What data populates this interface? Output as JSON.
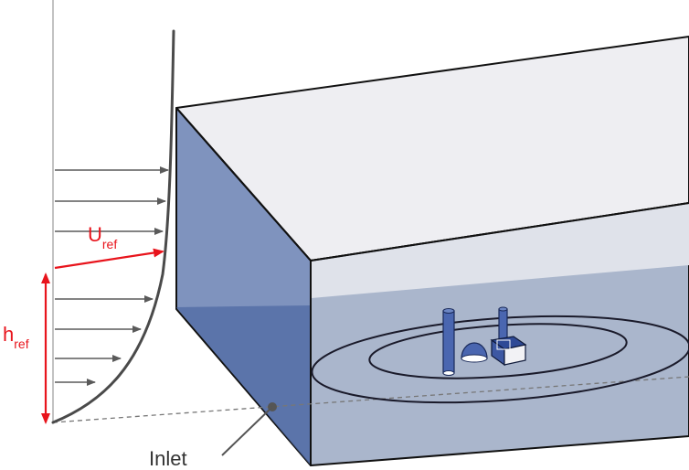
{
  "labels": {
    "u_main": "U",
    "u_sub": "ref",
    "h_main": "h",
    "h_sub": "ref",
    "inlet": "Inlet"
  },
  "colors": {
    "accent_red": "#e8141c",
    "profile_gray": "#4a4a4a",
    "arrow_gray": "#5a5a5a",
    "box_front": "#aab6cc",
    "box_inlet_face": "#5a73a8",
    "box_top": "#eeeef2",
    "box_band": "#dfe2ea",
    "edge": "#111111",
    "object_blue": "#4a66b0"
  }
}
